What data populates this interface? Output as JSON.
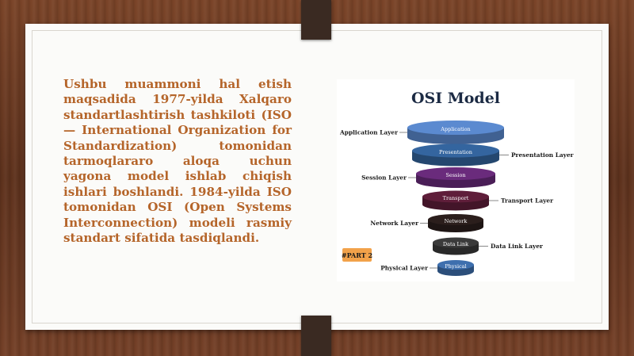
{
  "body_text": "Ushbu muammoni hal etish maqsadida 1977-yilda Xalqaro standartlashtirish tashkiloti (ISO — International Organization for Standardization) tomonidan tarmoqlararo aloqa uchun yagona model ishlab chiqish ishlari boshlandi. 1984-yilda ISO tomonidan OSI (Open Systems Interconnection) modeli rasmiy standart sifatida tasdiqlandi.",
  "figure": {
    "title": "OSI Model",
    "badge": "#PART 2",
    "layers": [
      {
        "name": "Application Layer",
        "disk_label": "Application",
        "color": "#5b8ad0",
        "side": "left"
      },
      {
        "name": "Presentation Layer",
        "disk_label": "Presentation",
        "color": "#34659f",
        "side": "right"
      },
      {
        "name": "Session Layer",
        "disk_label": "Session",
        "color": "#6a2b7c",
        "side": "left"
      },
      {
        "name": "Transport Layer",
        "disk_label": "Transport",
        "color": "#5f1e3a",
        "side": "right"
      },
      {
        "name": "Network Layer",
        "disk_label": "Network",
        "color": "#2b1e1c",
        "side": "left"
      },
      {
        "name": "Data Link Layer",
        "disk_label": "Data Link",
        "color": "#3b3b3b",
        "side": "right"
      },
      {
        "name": "Physical Layer",
        "disk_label": "Physical",
        "color": "#3e6fae",
        "side": "left"
      }
    ],
    "colors": {
      "badge_bg": "#f2a24a",
      "badge_text": "#1a1a1a",
      "title": "#1c2b44"
    }
  }
}
